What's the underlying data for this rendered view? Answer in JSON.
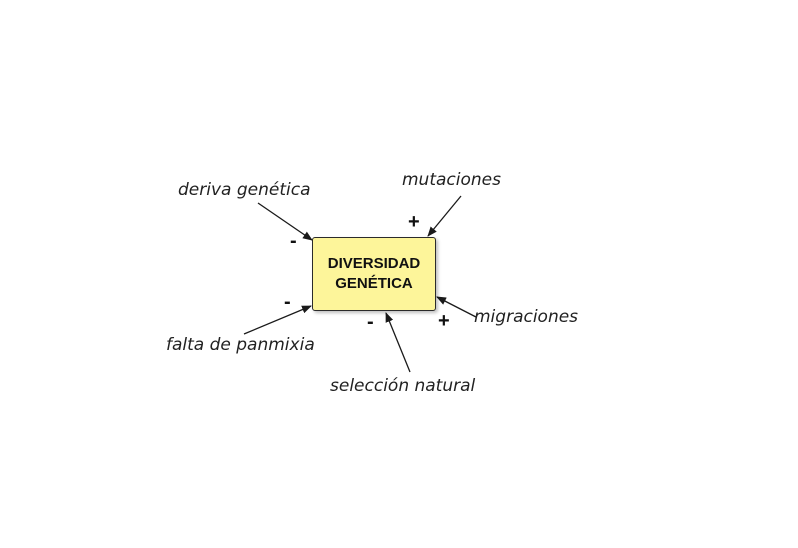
{
  "central": {
    "line1": "DIVERSIDAD",
    "line2": "GENÉTICA"
  },
  "factors": {
    "deriva": {
      "label": "deriva genética",
      "sign": "-"
    },
    "mutaciones": {
      "label": "mutaciones",
      "sign": "+"
    },
    "migraciones": {
      "label": "migraciones",
      "sign": "+"
    },
    "seleccion": {
      "label": "selección natural",
      "sign": "-"
    },
    "panmixia": {
      "label": "falta de panmixia",
      "sign": "-"
    }
  },
  "colors": {
    "box_fill": "#fdf59a",
    "box_border": "#2b2b2b",
    "arrow": "#1a1a1a"
  }
}
